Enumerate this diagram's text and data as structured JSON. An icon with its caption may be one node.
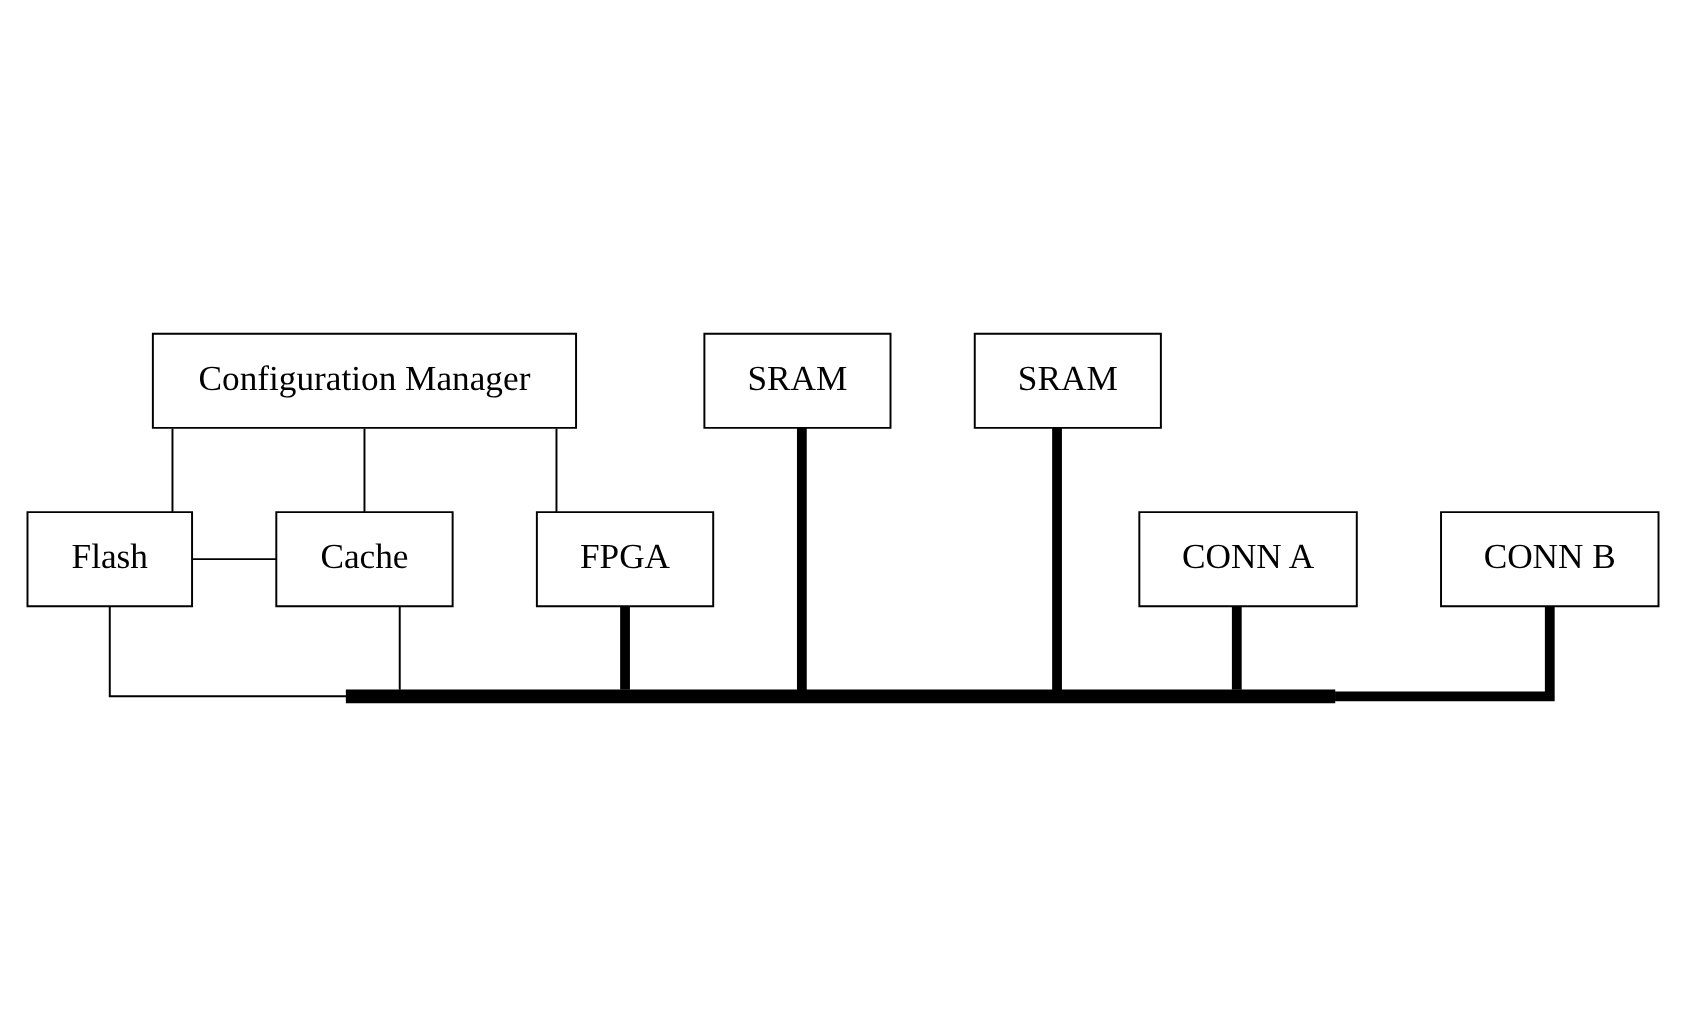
{
  "diagram": {
    "nodes": [
      {
        "text": [
          "Flash"
        ]
      },
      {
        "text": [
          "Cache"
        ]
      },
      {
        "text": [
          "SRAM"
        ]
      },
      {
        "text": [
          "Configuration Manager"
        ]
      },
      {
        "text": [
          "SRAM"
        ]
      },
      {
        "text": [
          "CONN A"
        ]
      },
      {
        "text": [
          "FPGA"
        ]
      },
      {
        "text": [
          "CONN B"
        ]
      },
      {
        "text": [],
        "shape": "bar"
      }
    ],
    "edges": [
      {
        "from": 0,
        "to": 1,
        "arrow": "none"
      },
      {
        "from": 3,
        "to": 0,
        "arrow": "none"
      },
      {
        "from": 3,
        "to": 1,
        "arrow": "none"
      },
      {
        "from": 3,
        "to": 6,
        "arrow": "none"
      },
      {
        "from": 0,
        "to": 8,
        "arrow": "none"
      },
      {
        "from": 1,
        "to": 8,
        "arrow": "none"
      },
      {
        "from": 2,
        "to": 8,
        "arrow": "none",
        "style": "thick"
      },
      {
        "from": 5,
        "to": 8,
        "arrow": "none",
        "style": "thick"
      },
      {
        "from": 6,
        "to": 8,
        "arrow": "none",
        "style": "thick"
      },
      {
        "from": 4,
        "to": 8,
        "arrow": "none",
        "style": "thick"
      },
      {
        "from": 7,
        "to": 8,
        "arrow": "none",
        "style": "thick"
      }
    ]
  }
}
